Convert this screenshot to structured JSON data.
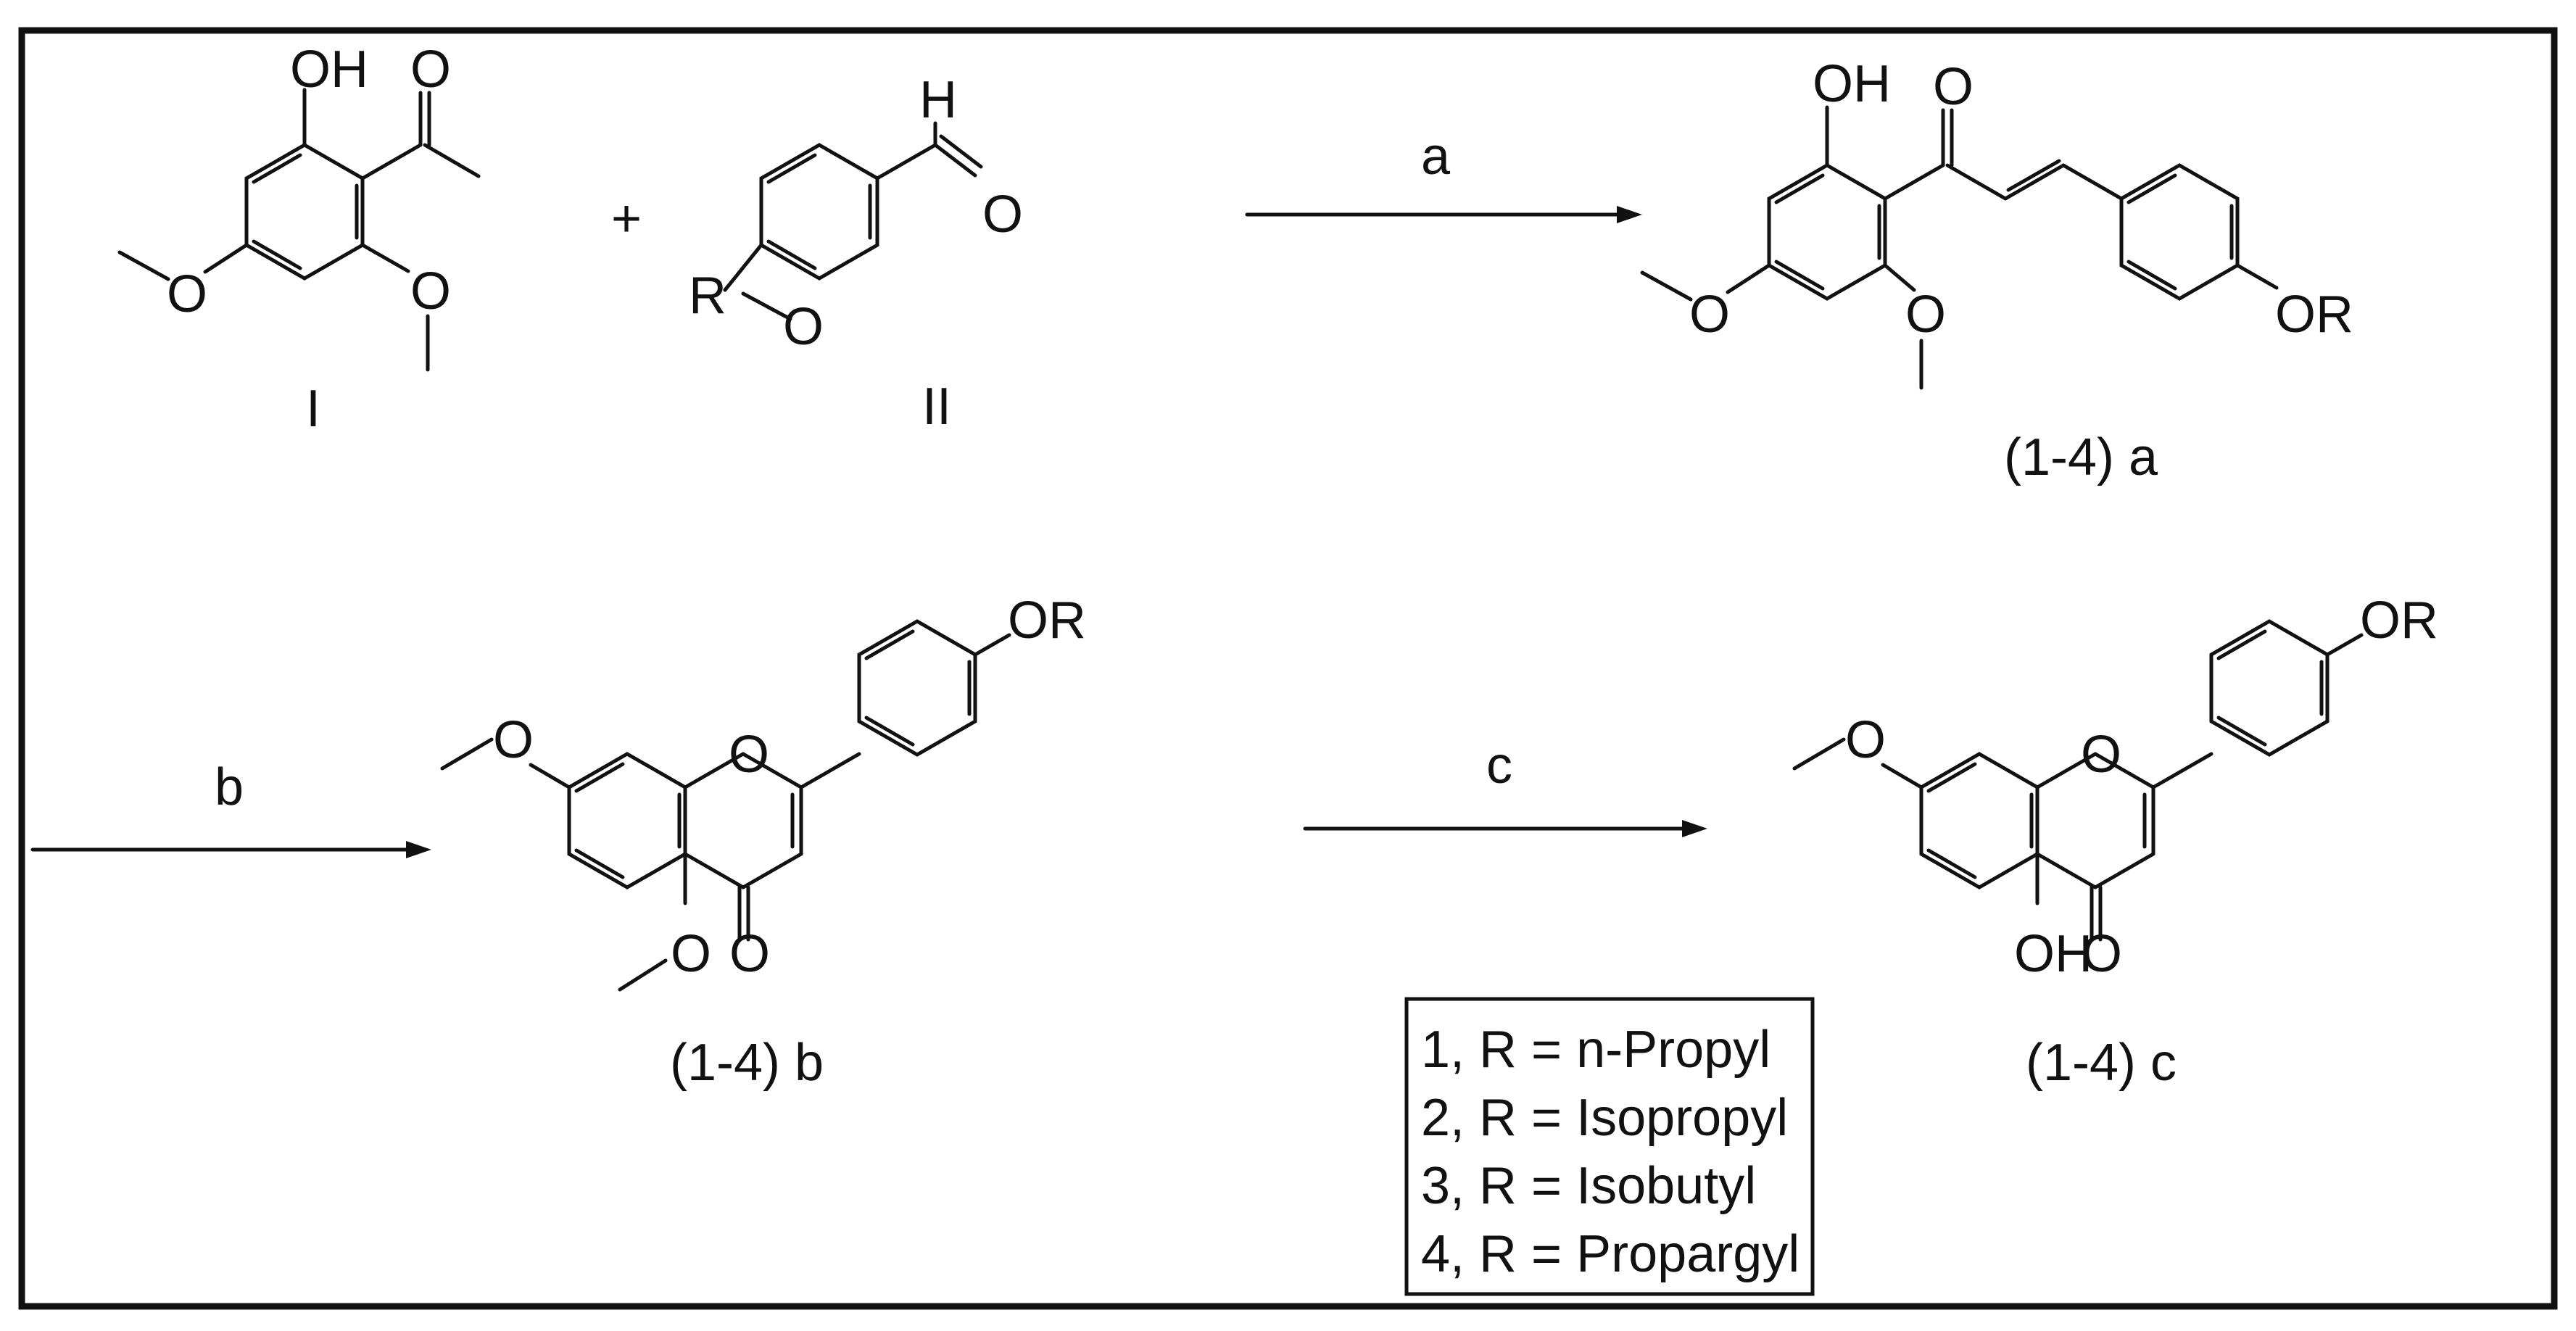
{
  "scheme": {
    "reactants": {
      "plus_sign": "+",
      "compound_I": {
        "label": "I",
        "atoms": {
          "hydroxyl": "OH",
          "ketone_oxygen": "O",
          "methoxy_left": "O",
          "methoxy_right": "O"
        }
      },
      "compound_II": {
        "label": "II",
        "atoms": {
          "aldehyde_h": "H",
          "aldehyde_oxygen": "O",
          "ether_r": "R",
          "ether_oxygen": "O"
        }
      }
    },
    "steps": [
      {
        "label": "a"
      },
      {
        "label": "b"
      },
      {
        "label": "c"
      }
    ],
    "products": {
      "chalcone_a": {
        "label": "(1-4) a",
        "atoms": {
          "hydroxyl": "OH",
          "ketone_oxygen": "O",
          "methoxy_left": "O",
          "methoxy_bottom": "O",
          "or_group": "OR"
        }
      },
      "flavone_b": {
        "label": "(1-4) b",
        "atoms": {
          "methoxy_left": "O",
          "ring_oxygen": "O",
          "or_group": "OR",
          "ketone_oxygen": "O",
          "methoxy_bottom": "O"
        }
      },
      "flavone_c": {
        "label": "(1-4) c",
        "atoms": {
          "methoxy_left": "O",
          "ring_oxygen": "O",
          "or_group": "OR",
          "ketone_oxygen": "O",
          "hydroxyl": "OH"
        }
      }
    },
    "legend": {
      "entries": [
        "1, R = n-Propyl",
        "2, R = Isopropyl",
        "3, R = Isobutyl",
        "4, R = Propargyl"
      ]
    }
  }
}
